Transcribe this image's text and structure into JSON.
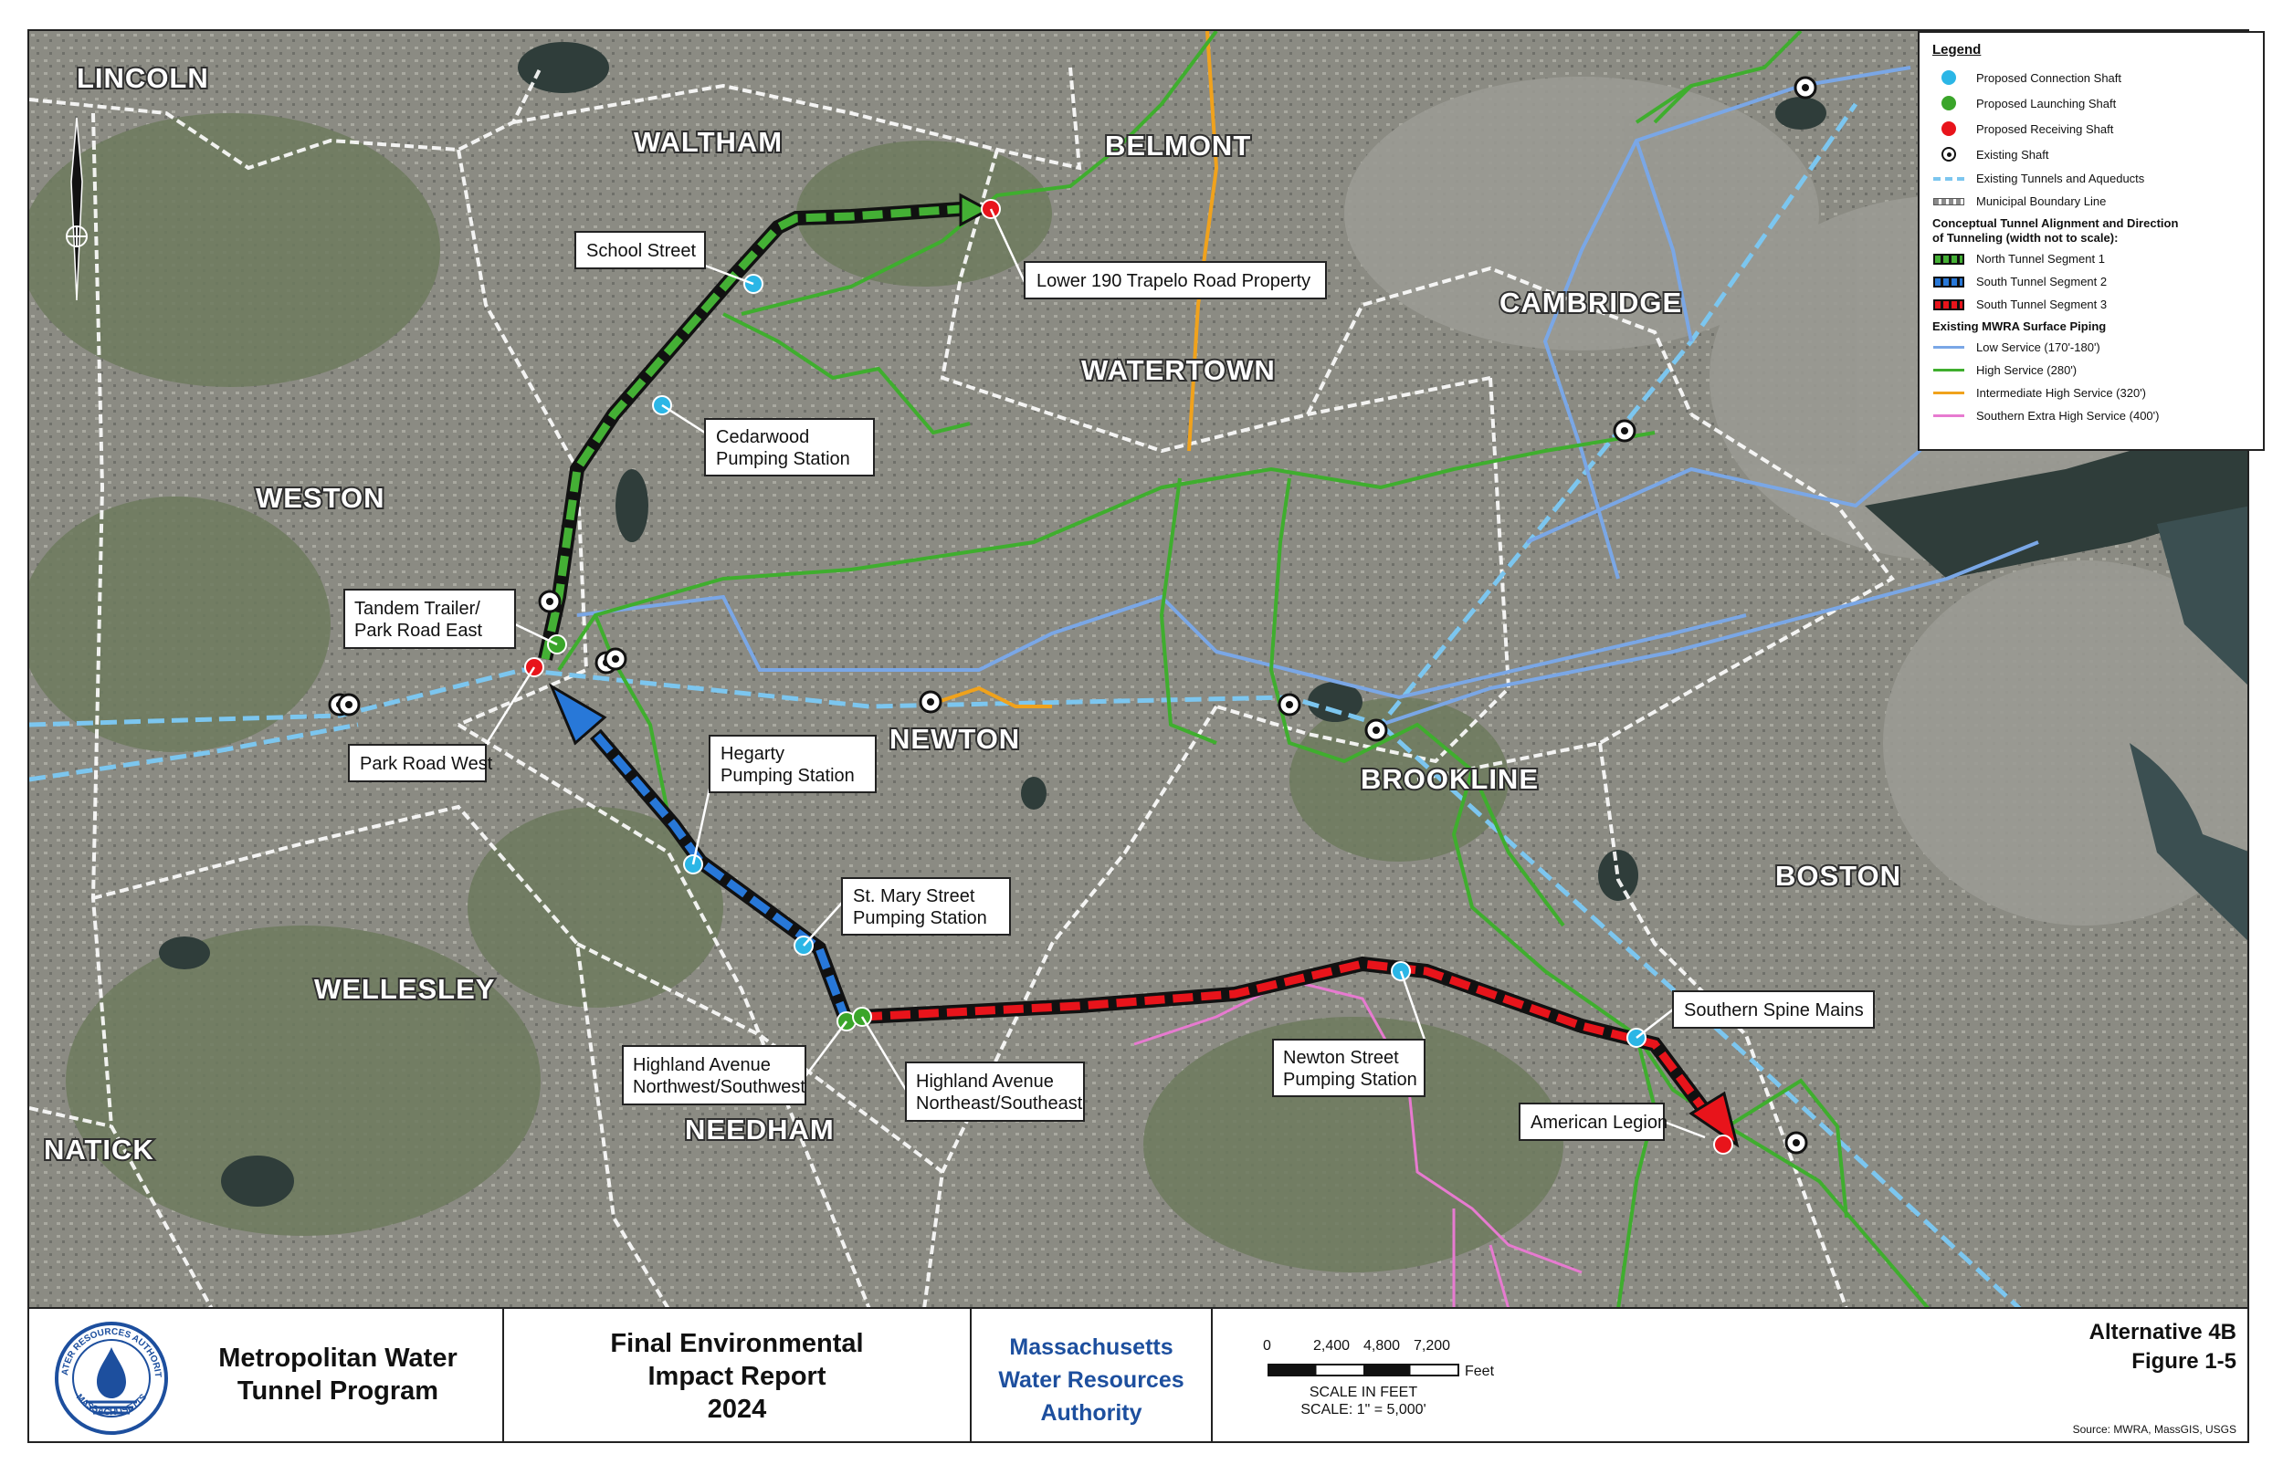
{
  "towns": [
    "LINCOLN",
    "WALTHAM",
    "BELMONT",
    "CAMBRIDGE",
    "WATERTOWN",
    "WESTON",
    "NEWTON",
    "BROOKLINE",
    "BOSTON",
    "WELLESLEY",
    "NATICK",
    "NEEDHAM"
  ],
  "callouts": {
    "school_street": "School Street",
    "lower_190": "Lower 190 Trapelo Road Property",
    "cedarwood_1": "Cedarwood",
    "cedarwood_2": "Pumping Station",
    "tandem_1": "Tandem Trailer/",
    "tandem_2": "Park Road East",
    "park_road_west": "Park Road West",
    "hegarty_1": "Hegarty",
    "hegarty_2": "Pumping Station",
    "stmary_1": "St. Mary Street",
    "stmary_2": "Pumping Station",
    "highland_nw_1": "Highland Avenue",
    "highland_nw_2": "Northwest/Southwest",
    "highland_ne_1": "Highland Avenue",
    "highland_ne_2": "Northeast/Southeast",
    "newton_st_1": "Newton Street",
    "newton_st_2": "Pumping Station",
    "southern_spine": "Southern Spine Mains",
    "american_legion": "American Legion"
  },
  "legend": {
    "title": "Legend",
    "proposed_connection": "Proposed Connection Shaft",
    "proposed_launching": "Proposed Launching Shaft",
    "proposed_receiving": "Proposed Receiving Shaft",
    "existing_shaft": "Existing Shaft",
    "existing_tunnels": "Existing Tunnels and Aqueducts",
    "municipal_boundary": "Municipal Boundary Line",
    "alignment_heading_1": "Conceptual Tunnel Alignment and Direction",
    "alignment_heading_2": "of Tunneling (width not to scale):",
    "north_seg1": "North Tunnel Segment 1",
    "south_seg2": "South Tunnel Segment 2",
    "south_seg3": "South Tunnel Segment 3",
    "piping_heading": "Existing MWRA Surface Piping",
    "low_service": "Low Service (170'-180')",
    "high_service": "High Service (280')",
    "intermediate_high": "Intermediate High Service (320')",
    "southern_extra_high": "Southern Extra High Service (400')"
  },
  "colors": {
    "connection_shaft": "#2bb6e6",
    "launching_shaft": "#3aa52a",
    "receiving_shaft": "#e8141b",
    "north_segment": "#44b035",
    "south_segment_2": "#2878d8",
    "south_segment_3": "#e8141b",
    "low_service": "#7aa7e6",
    "high_service": "#3fae2e",
    "intermediate_high": "#f0a21c",
    "southern_extra_high": "#e77ad0",
    "existing_tunnels": "#7cc6ef",
    "authority_blue": "#1d4f9e"
  },
  "title_block": {
    "program_1": "Metropolitan Water",
    "program_2": "Tunnel Program",
    "report_1": "Final Environmental",
    "report_2": "Impact Report",
    "report_3": "2024",
    "authority_1": "Massachusetts",
    "authority_2": "Water Resources",
    "authority_3": "Authority",
    "scale_ticks": [
      "0",
      "2,400",
      "4,800",
      "7,200"
    ],
    "scale_unit": "Feet",
    "scale_caption_1": "SCALE IN FEET",
    "scale_caption_2": "SCALE: 1\" = 5,000'",
    "alternative": "Alternative 4B",
    "figure": "Figure 1-5",
    "source": "Source: MWRA, MassGIS, USGS"
  },
  "seal": {
    "top_text": "WATER RESOURCES AUTHORITY",
    "bottom_text": "MASSACHUSETTS"
  }
}
